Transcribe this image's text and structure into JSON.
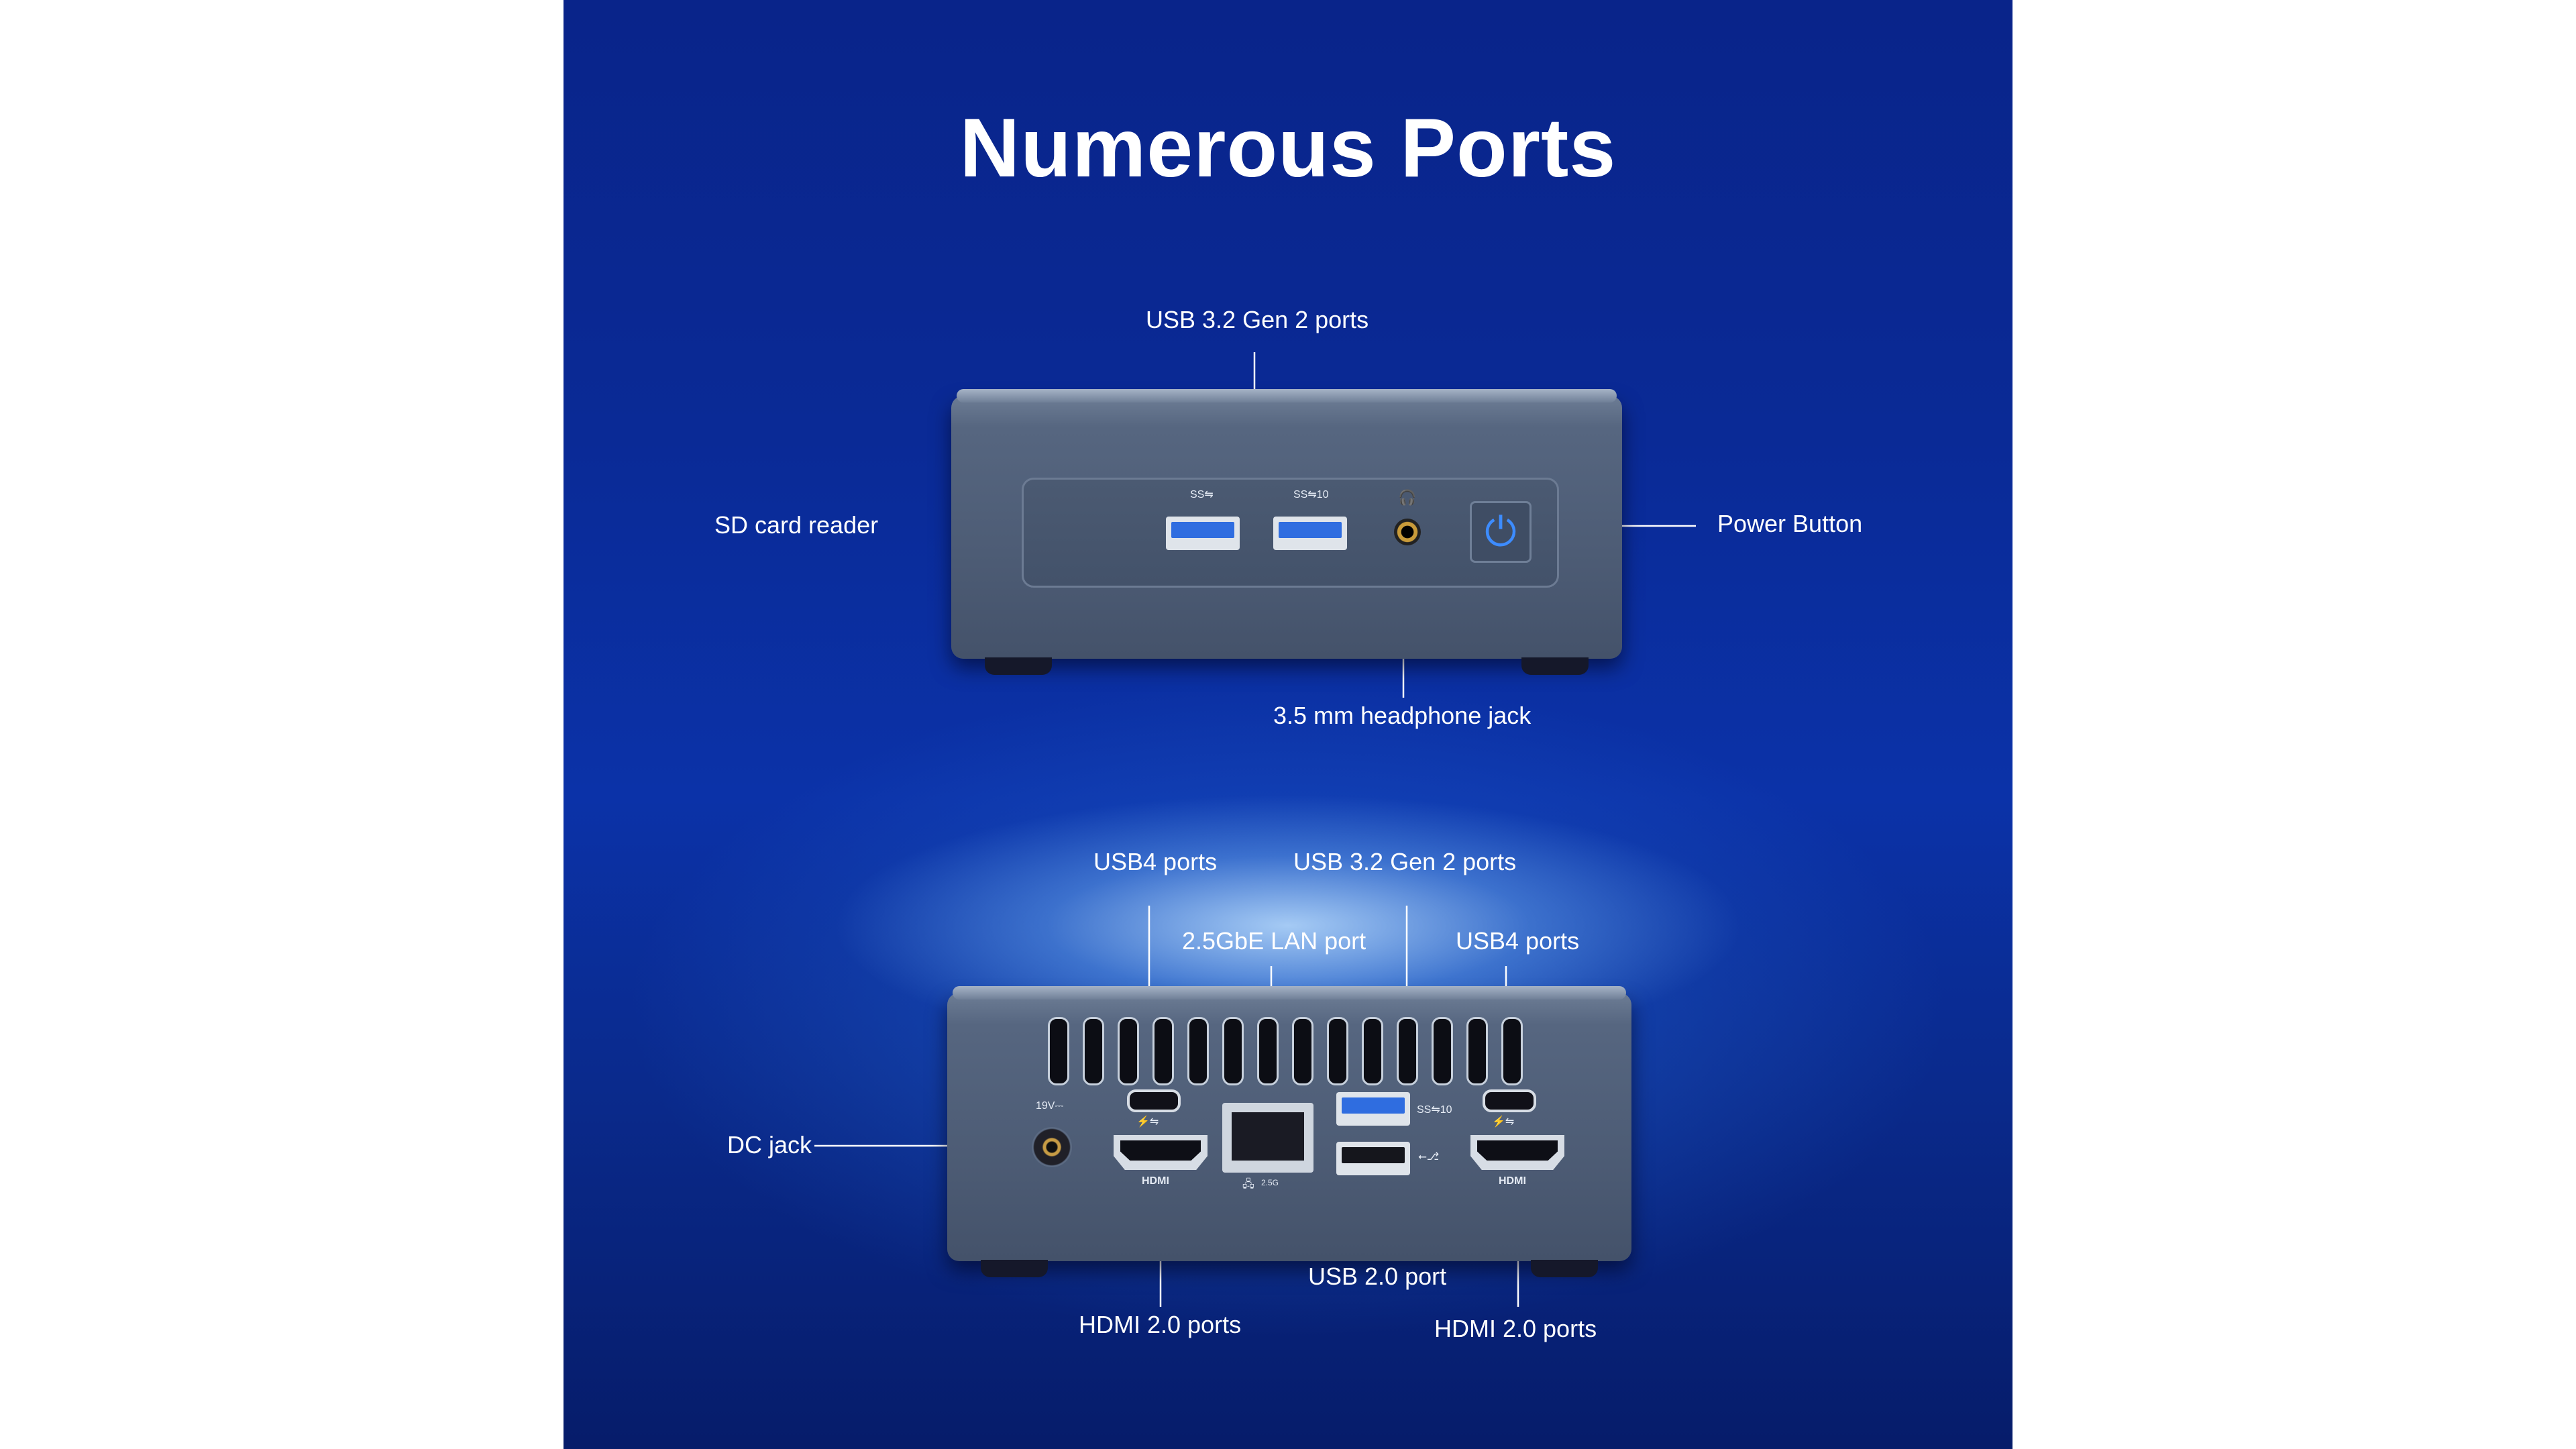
{
  "title": "Numerous Ports",
  "front_labels": {
    "usb32": "USB 3.2 Gen 2 ports",
    "sd": "SD card reader",
    "power": "Power Button",
    "headphone": "3.5 mm headphone jack"
  },
  "back_labels": {
    "usb4_left": "USB4 ports",
    "usb32": "USB 3.2 Gen 2 ports",
    "lan": "2.5GbE LAN port",
    "usb4_right": "USB4 ports",
    "dc": "DC jack",
    "usb20": "USB 2.0 port",
    "hdmi_left": "HDMI 2.0 ports",
    "hdmi_right": "HDMI 2.0 ports"
  },
  "port_markings": {
    "usb_ss": "SS⇋",
    "usb_ss10": "SS⇋10",
    "hdmi": "HDMI",
    "lan_speed": "2.5G",
    "dc_voltage": "19V⎓"
  },
  "icons": [
    "power-icon",
    "headphone-icon",
    "usb-icon",
    "thunderbolt-icon",
    "lan-icon"
  ],
  "colors": {
    "background": "#0a2a96",
    "device": "#4d5c75",
    "accent": "#3d8cff"
  }
}
